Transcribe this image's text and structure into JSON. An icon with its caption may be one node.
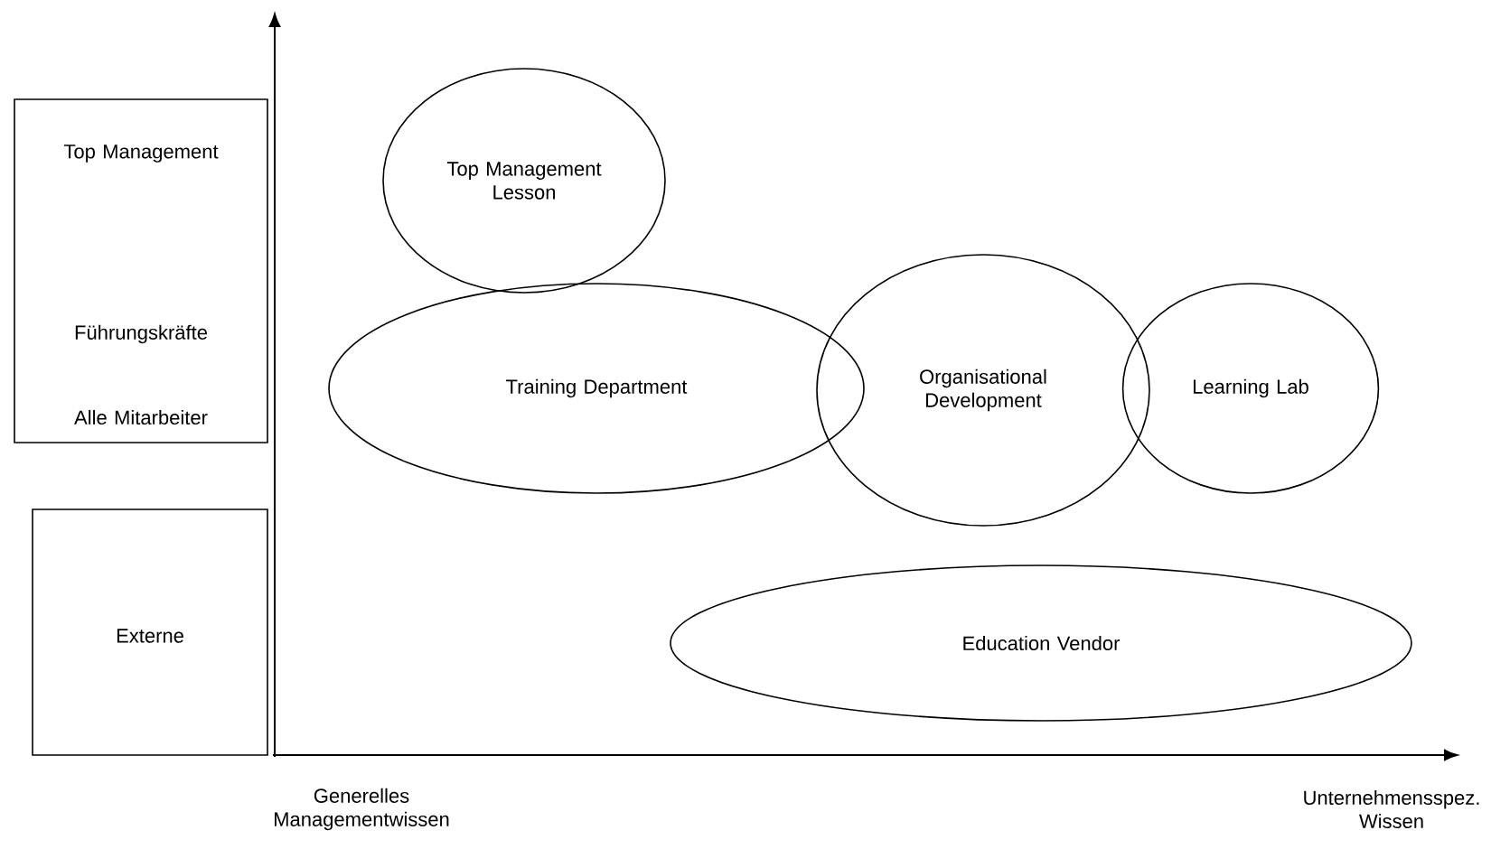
{
  "diagram": {
    "nodes": [
      {
        "text": [
          "Top Management",
          "Führungskräfte",
          "Alle Mitarbeiter"
        ]
      },
      {
        "text": [
          "Externe"
        ]
      },
      {
        "text": [
          "Top Management Lesson"
        ]
      },
      {
        "text": [
          "Training Department"
        ]
      },
      {
        "text": [
          "Organisational Development"
        ]
      },
      {
        "text": [
          "Learning Lab"
        ]
      },
      {
        "text": [
          "Education Vendor"
        ]
      }
    ],
    "labels": [
      "Generelles Managementwissen",
      "Unternehmensspez. Wissen"
    ]
  }
}
